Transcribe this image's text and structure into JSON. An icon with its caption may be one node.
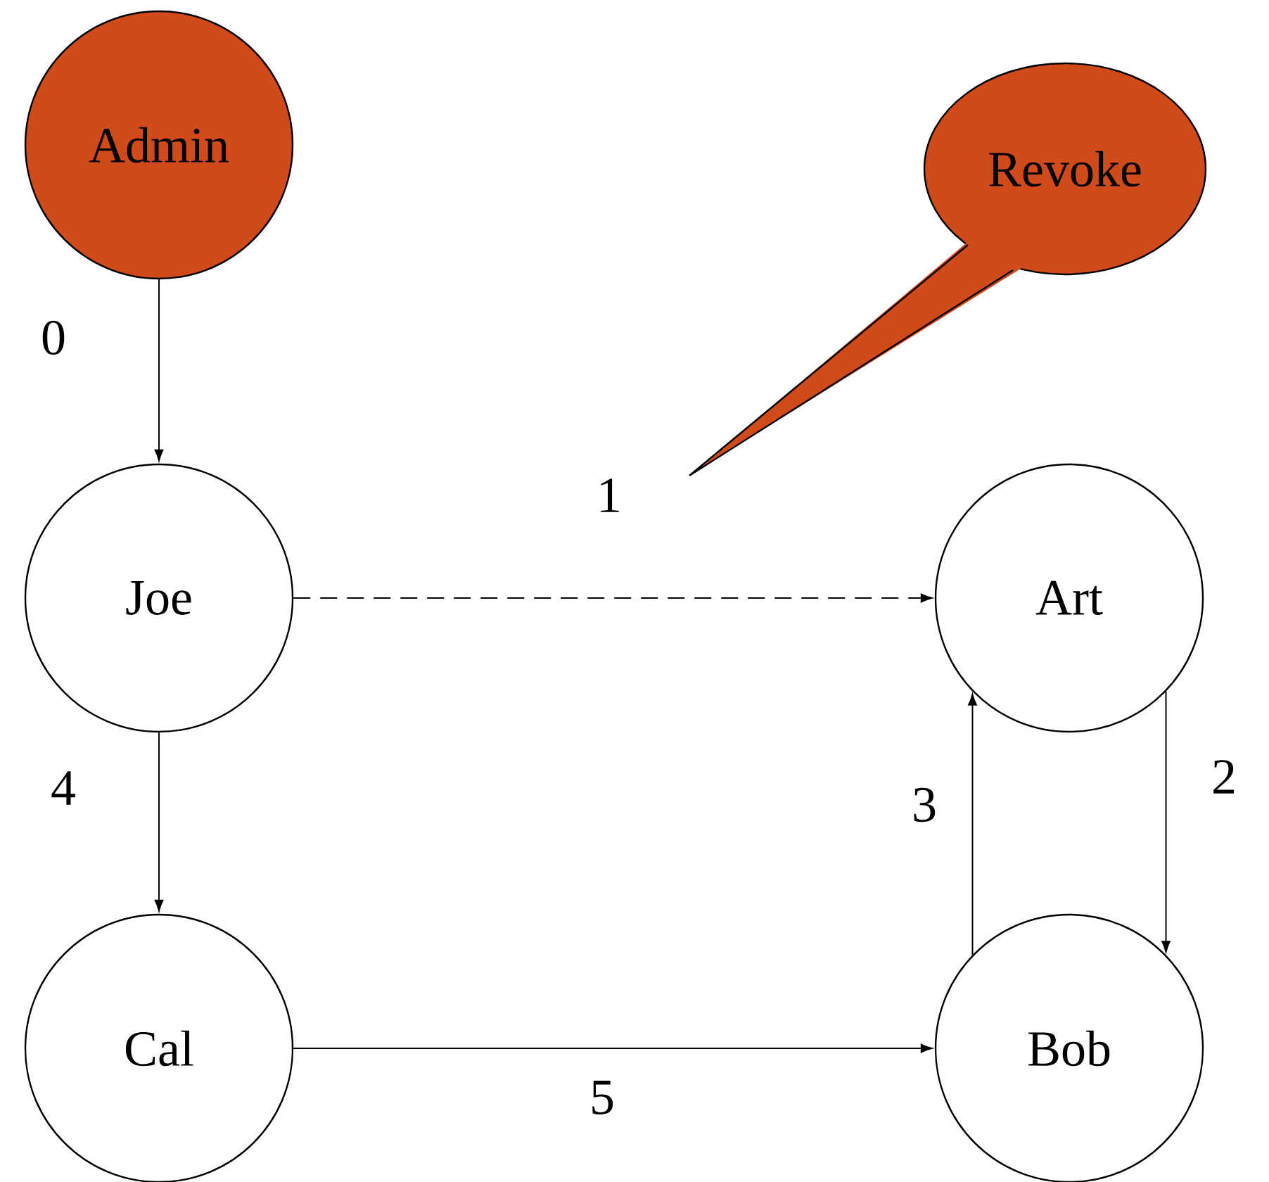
{
  "diagram": {
    "nodes": [
      {
        "text": [
          "Admin"
        ]
      },
      {
        "text": [
          "Joe"
        ]
      },
      {
        "text": [
          "Art"
        ]
      },
      {
        "text": [
          "Cal"
        ]
      },
      {
        "text": [
          "Bob"
        ]
      },
      {
        "text": [
          "Revoke"
        ]
      }
    ],
    "edges": [
      {
        "from": 0,
        "to": 1,
        "arrow": "to",
        "label": "0"
      },
      {
        "from": 1,
        "to": 2,
        "arrow": "to",
        "label": "1",
        "style": "dashed"
      },
      {
        "from": 2,
        "to": 4,
        "arrow": "to",
        "label": "2"
      },
      {
        "from": 4,
        "to": 2,
        "arrow": "to",
        "label": "3"
      },
      {
        "from": 1,
        "to": 3,
        "arrow": "to",
        "label": "4"
      },
      {
        "from": 3,
        "to": 4,
        "arrow": "to",
        "label": "5"
      }
    ]
  }
}
